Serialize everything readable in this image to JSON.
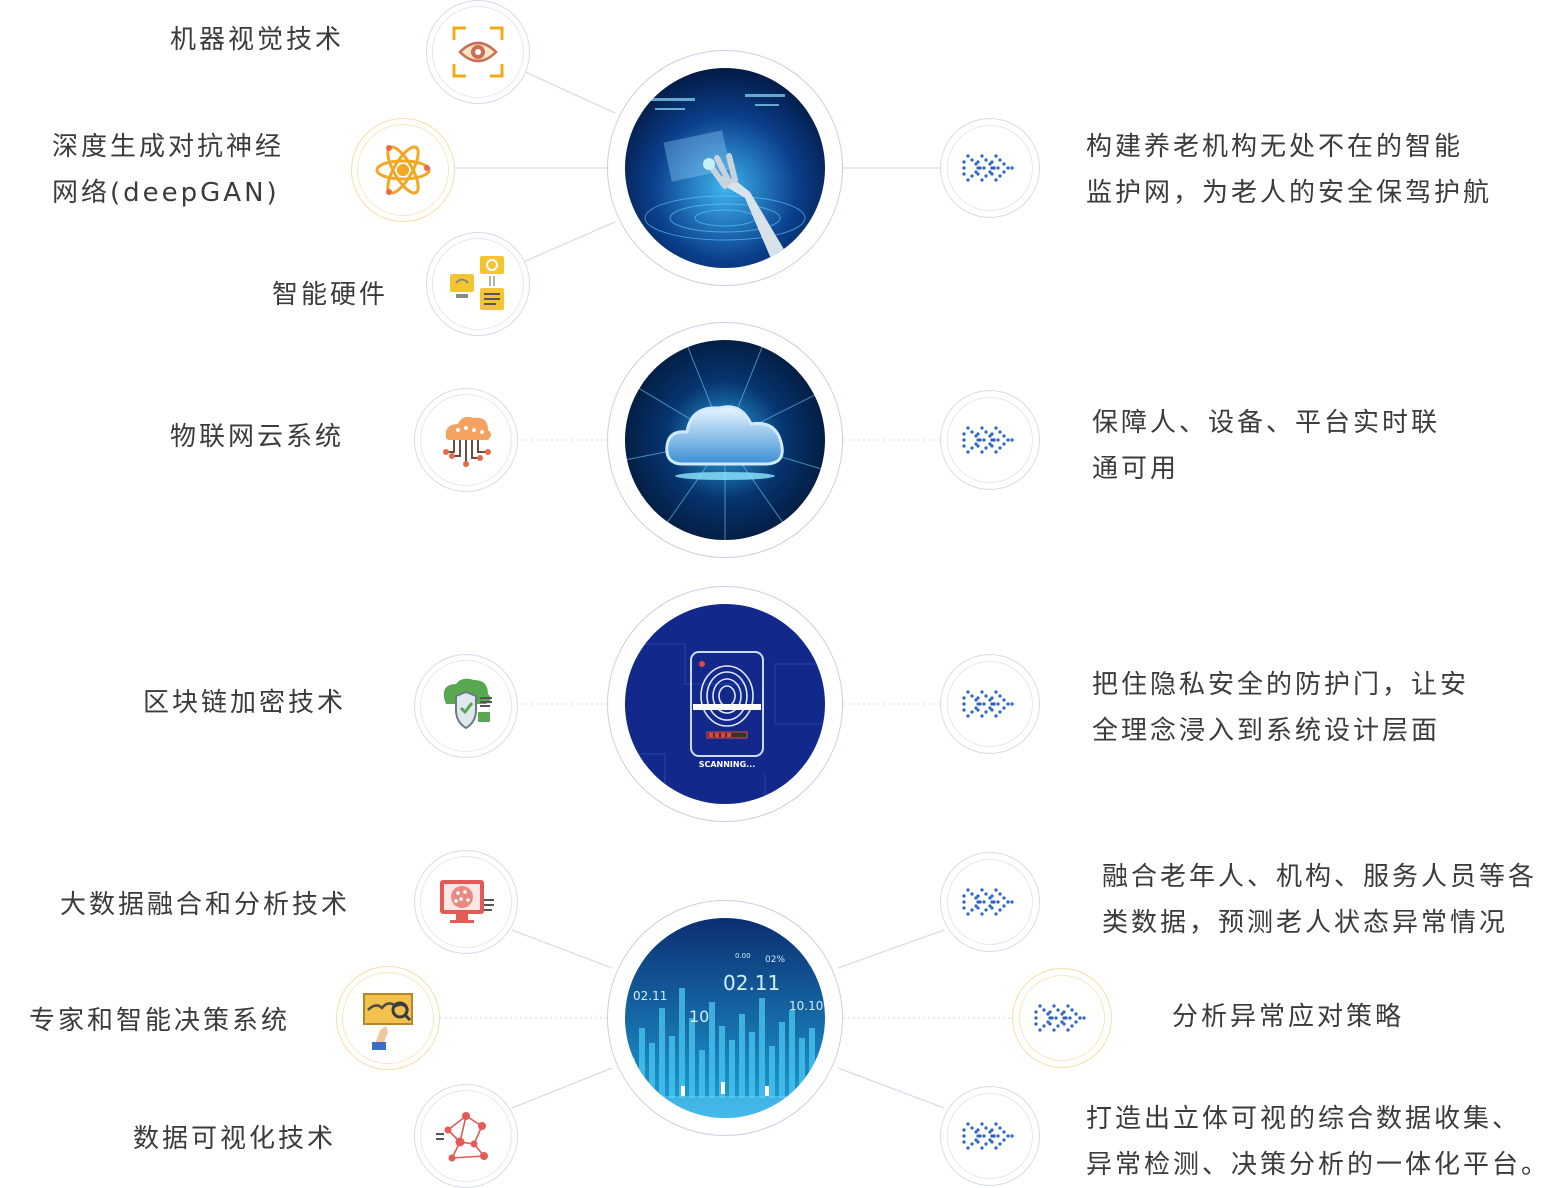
{
  "technologies": [
    {
      "label": "机器视觉技术",
      "icon": "eye-scan-icon"
    },
    {
      "label": "深度生成对抗神经",
      "label2": "网络(deepGAN)",
      "icon": "atom-icon"
    },
    {
      "label": "智能硬件",
      "icon": "hardware-devices-icon"
    },
    {
      "label": "物联网云系统",
      "icon": "cloud-network-icon"
    },
    {
      "label": "区块链加密技术",
      "icon": "shield-cloud-icon"
    },
    {
      "label": "大数据融合和分析技术",
      "icon": "data-monitor-icon"
    },
    {
      "label": "专家和智能决策系统",
      "icon": "presentation-board-icon"
    },
    {
      "label": "数据可视化技术",
      "icon": "network-graph-icon"
    }
  ],
  "hubs": [
    {
      "name": "robot-hand-hub",
      "icon": "robot-hand-icon"
    },
    {
      "name": "cloud-hub",
      "icon": "cloud-icon"
    },
    {
      "name": "fingerprint-hub",
      "icon": "fingerprint-icon",
      "caption": "SCANNING..."
    },
    {
      "name": "data-city-hub",
      "icon": "data-chart-icon",
      "numbers": {
        "n1": "02.11",
        "n2": "02.11",
        "n3": "10",
        "n4": "10.10",
        "n5": "0.00",
        "n6": "02%"
      }
    }
  ],
  "outcomes": [
    {
      "line1": "构建养老机构无处不在的智能",
      "line2": "监护网，为老人的安全保驾护航",
      "icon": "chevron-arrows-icon"
    },
    {
      "line1": "保障人、设备、平台实时联",
      "line2": "通可用",
      "icon": "chevron-arrows-icon"
    },
    {
      "line1": "把住隐私安全的防护门，让安",
      "line2": "全理念浸入到系统设计层面",
      "icon": "chevron-arrows-icon"
    },
    {
      "line1": "融合老年人、机构、服务人员等各",
      "line2": "类数据，预测老人状态异常情况",
      "icon": "chevron-arrows-icon"
    },
    {
      "line1": "分析异常应对策略",
      "icon": "chevron-arrows-icon"
    },
    {
      "line1": "打造出立体可视的综合数据收集、",
      "line2": "异常检测、决策分析的一体化平台。",
      "icon": "chevron-arrows-icon"
    }
  ],
  "colors": {
    "accent_blue": "#2a62c9",
    "connector": "#d8deeb",
    "gold_ring": "#f4dfa8",
    "text": "#3b3b3b"
  }
}
